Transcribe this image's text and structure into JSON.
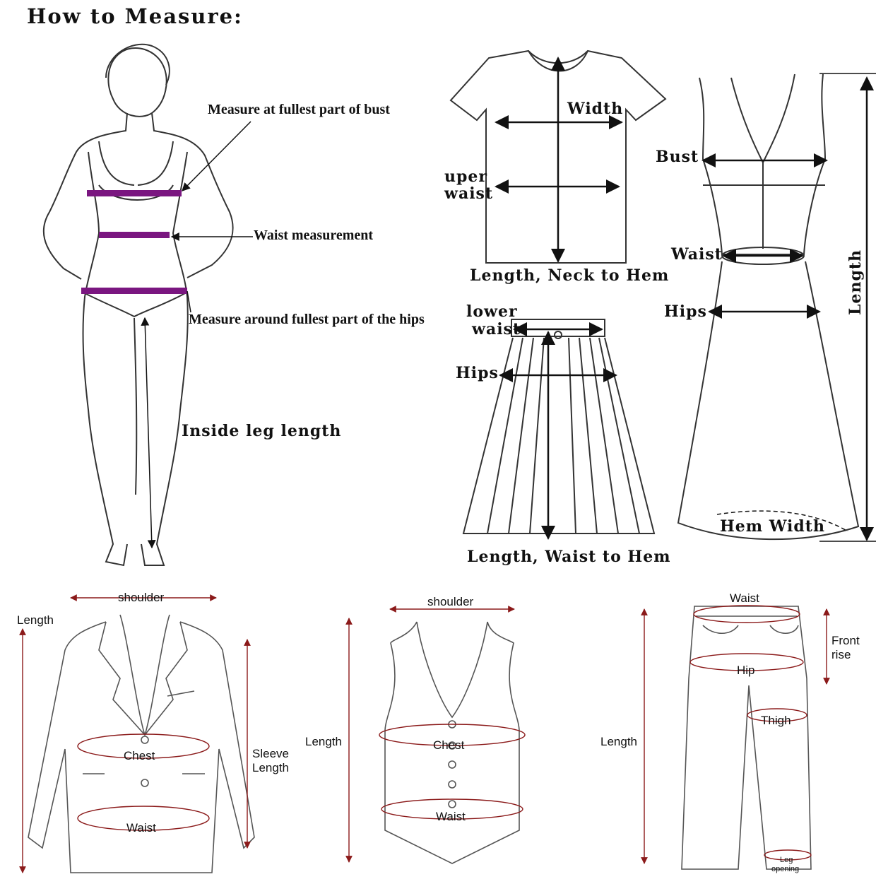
{
  "title": "How to Measure:",
  "colors": {
    "measure_band": "#7a1680",
    "garment_line": "#333333",
    "dim_line": "#8b1a1a"
  },
  "body_figure": {
    "bust_note": "Measure at fullest part of bust",
    "waist_note": "Waist measurement",
    "hips_note": "Measure around fullest part of the hips",
    "inseam_note": "Inside leg length"
  },
  "tshirt": {
    "width": "Width",
    "upper_waist_line1": "uper",
    "upper_waist_line2": "waist",
    "length": "Length, Neck to Hem"
  },
  "skirt": {
    "lower_waist_line1": "lower",
    "lower_waist_line2": "waist",
    "hips": "Hips",
    "length": "Length, Waist to Hem"
  },
  "dress": {
    "bust": "Bust",
    "waist": "Waist",
    "hips": "Hips",
    "length": "Length",
    "hem_width": "Hem Width"
  },
  "jacket": {
    "shoulder": "shoulder",
    "length": "Length",
    "chest": "Chest",
    "waist": "Waist",
    "sleeve_line1": "Sleeve",
    "sleeve_line2": "Length"
  },
  "vest": {
    "shoulder": "shoulder",
    "length": "Length",
    "chest": "Chest",
    "waist": "Waist"
  },
  "pants": {
    "waist": "Waist",
    "front_rise_line1": "Front",
    "front_rise_line2": "rise",
    "hip": "Hip",
    "thigh": "Thigh",
    "length": "Length",
    "leg_opening_line1": "Leg",
    "leg_opening_line2": "opening"
  }
}
